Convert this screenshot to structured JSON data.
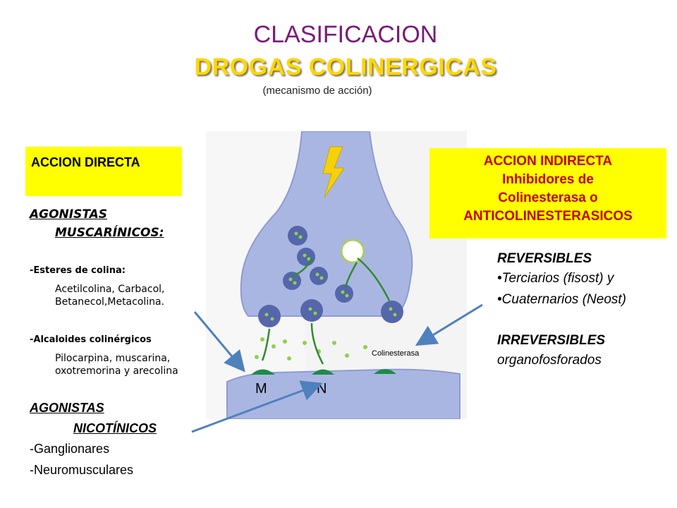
{
  "title_line1": "CLASIFICACION",
  "title_line2": "DROGAS COLINERGICAS",
  "subtitle": "(mecanismo de acción)",
  "direct_box": {
    "label": "ACCION DIRECTA"
  },
  "indirect_box": {
    "lines": [
      "ACCION INDIRECTA",
      "Inhibidores de",
      "Colinesterasa o",
      "ANTICOLINESTERASICOS"
    ]
  },
  "left": {
    "agonistas_musc_1": "AGONISTAS",
    "agonistas_musc_2": "MUSCARÍNICOS:",
    "esteres_heading": "-Esteres de colina:",
    "esteres_line1": "Acetilcolina, Carbacol,",
    "esteres_line2": "Betanecol,Metacolina.",
    "alcaloides_heading": "-Alcaloides colinérgicos",
    "alcaloides_line1": "Pilocarpina, muscarina,",
    "alcaloides_line2": "oxotremorina  y arecolina",
    "agonistas_nic_1": "AGONISTAS",
    "agonistas_nic_2": "NICOTÍNICOS",
    "ganglionares": "-Ganglionares",
    "neuromusculares": "-Neuromusculares"
  },
  "right": {
    "reversibles": "REVERSIBLES",
    "terciarios": "•Terciarios (fisost) y",
    "cuaternarios": "•Cuaternarios (Neost)",
    "irreversibles": "IRREVERSIBLES",
    "organofosforados": "organofosforados"
  },
  "diagram": {
    "label_M": "M",
    "label_N": "N",
    "label_colinesterasa": "Colinesterasa"
  },
  "colors": {
    "title": "#7a1a7a",
    "title2": "#ffd700",
    "box": "#ffff00",
    "indirect_text": "#c00000",
    "arrow": "#4f81bd",
    "neuron": "#a9b9e4"
  }
}
